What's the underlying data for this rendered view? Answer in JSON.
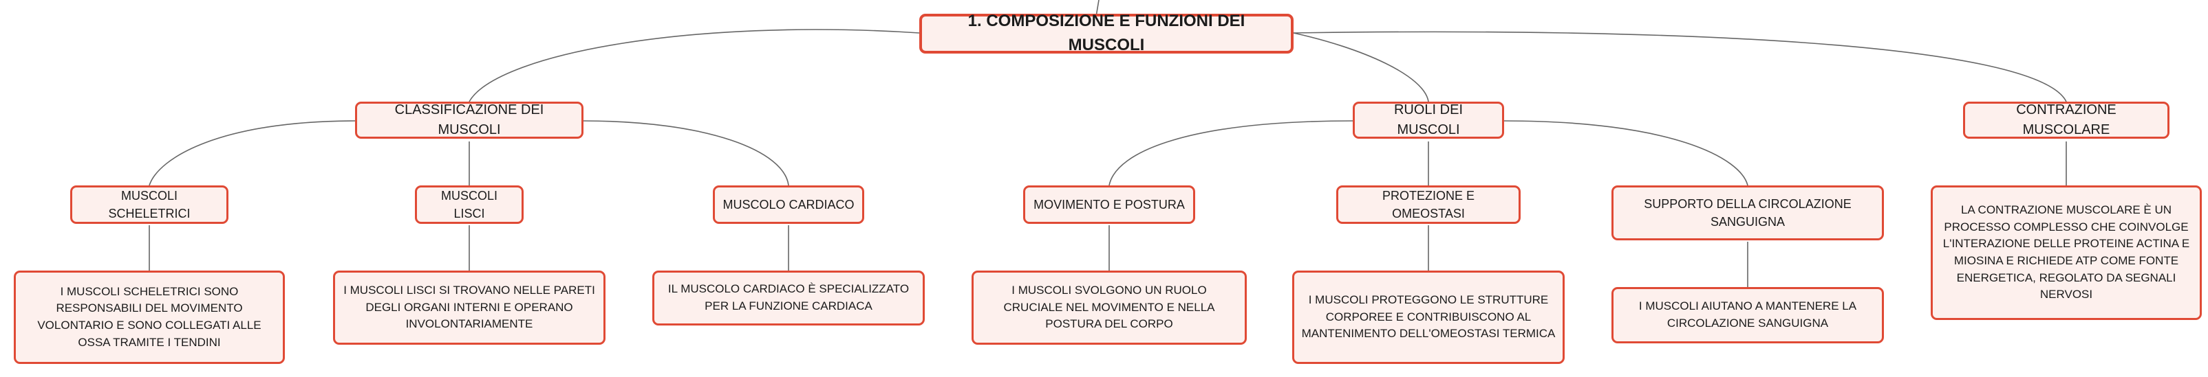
{
  "colors": {
    "border": "#e04a35",
    "fill": "#fdf0ed",
    "connector": "#666666",
    "text": "#1b1b1b"
  },
  "root": {
    "label": "1. COMPOSIZIONE E FUNZIONI DEI MUSCOLI"
  },
  "classificazione": {
    "label": "CLASSIFICAZIONE DEI MUSCOLI",
    "scheletrici": {
      "label": "MUSCOLI SCHELETRICI",
      "desc": "I MUSCOLI SCHELETRICI SONO RESPONSABILI DEL MOVIMENTO VOLONTARIO E SONO COLLEGATI ALLE OSSA TRAMITE I TENDINI"
    },
    "lisci": {
      "label": "MUSCOLI LISCI",
      "desc": "I MUSCOLI LISCI SI TROVANO NELLE PARETI DEGLI ORGANI INTERNI E OPERANO INVOLONTARIAMENTE"
    },
    "cardiaco": {
      "label": "MUSCOLO CARDIACO",
      "desc": "IL MUSCOLO CARDIACO È SPECIALIZZATO PER LA FUNZIONE CARDIACA"
    }
  },
  "ruoli": {
    "label": "RUOLI DEI MUSCOLI",
    "movimento": {
      "label": "MOVIMENTO E POSTURA",
      "desc": "I MUSCOLI SVOLGONO UN RUOLO CRUCIALE NEL MOVIMENTO E NELLA POSTURA DEL CORPO"
    },
    "protezione": {
      "label": "PROTEZIONE E OMEOSTASI",
      "desc": "I MUSCOLI PROTEGGONO LE STRUTTURE CORPOREE E CONTRIBUISCONO AL MANTENIMENTO DELL'OMEOSTASI TERMICA"
    },
    "supporto": {
      "label": "SUPPORTO DELLA CIRCOLAZIONE SANGUIGNA",
      "desc": "I MUSCOLI AIUTANO A MANTENERE LA CIRCOLAZIONE SANGUIGNA"
    }
  },
  "contrazione": {
    "label": "CONTRAZIONE MUSCOLARE",
    "desc": "LA CONTRAZIONE MUSCOLARE È UN PROCESSO COMPLESSO CHE COINVOLGE L'INTERAZIONE DELLE PROTEINE ACTINA E MIOSINA E RICHIEDE ATP COME FONTE ENERGETICA, REGOLATO DA SEGNALI NERVOSI"
  }
}
